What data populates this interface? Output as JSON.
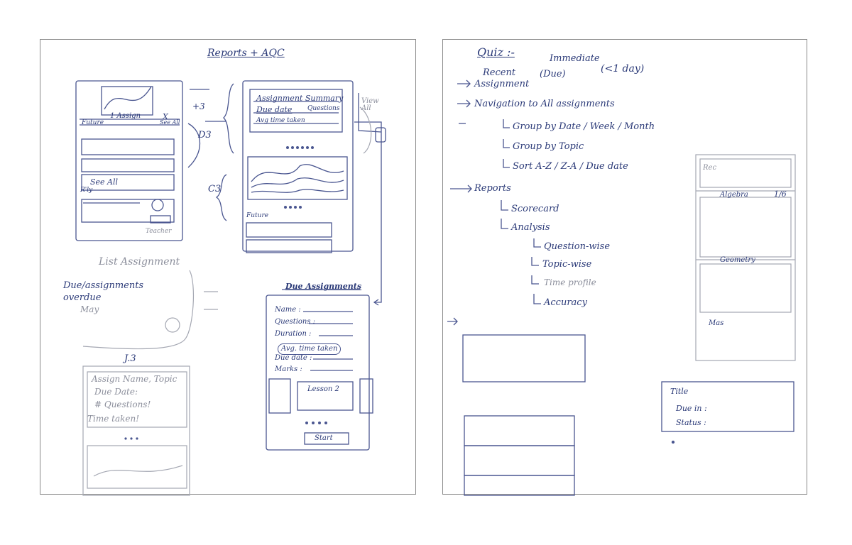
{
  "left_sheet": {
    "title": "Reports + AQC",
    "phone1": {
      "tab_label": "1 Assign",
      "close": "X",
      "label_future": "Future",
      "see_all_small": "See All",
      "see_all": "See All",
      "label_rly": "R'ly",
      "footer": "Teacher"
    },
    "phone2": {
      "assignment_summary": "Assignment Summary",
      "due_date": "Due date",
      "questions": "Questions",
      "avg_time": "Avg time taken",
      "label_future": "Future"
    },
    "view_all": "View All",
    "margin_notes": {
      "plus": "+3",
      "d3": "D3",
      "c3": "C3"
    },
    "list_assignment": "List Assignment",
    "due_note_line1": "Due/assignments",
    "due_note_line2": "overdue",
    "may": "May",
    "j3": "J.3",
    "card": {
      "line1": "Assign Name, Topic",
      "line2": "Due Date:",
      "line3": "# Questions!",
      "line4": "Time taken!"
    },
    "due_assignments": {
      "title": "Due Assignments",
      "fields": [
        "Name :",
        "Questions :",
        "Duration :",
        "Avg. time taken",
        "Due date :",
        "Marks :"
      ],
      "lesson": "Lesson 2",
      "start": "Start"
    }
  },
  "right_sheet": {
    "title": "Quiz :-",
    "immediate": "Immediate",
    "day": "(<1 day)",
    "recent": "Recent",
    "due": "(Due)",
    "items": [
      "Assignment",
      "Navigation to All assignments",
      "Group by Date / Week / Month",
      "Group by Topic",
      "Sort A-Z / Z-A / Due date",
      "Reports",
      "Scorecard",
      "Analysis",
      "Question-wise",
      "Topic-wise",
      "Time profile",
      "Accuracy"
    ],
    "side_list": {
      "item1": "Rec",
      "algebra": "Algebra",
      "algebra_count": "1/6",
      "geometry": "Geometry",
      "footer": "Mas"
    },
    "detail_card": {
      "title": "Title",
      "due_in": "Due in :",
      "status": "Status :"
    }
  }
}
